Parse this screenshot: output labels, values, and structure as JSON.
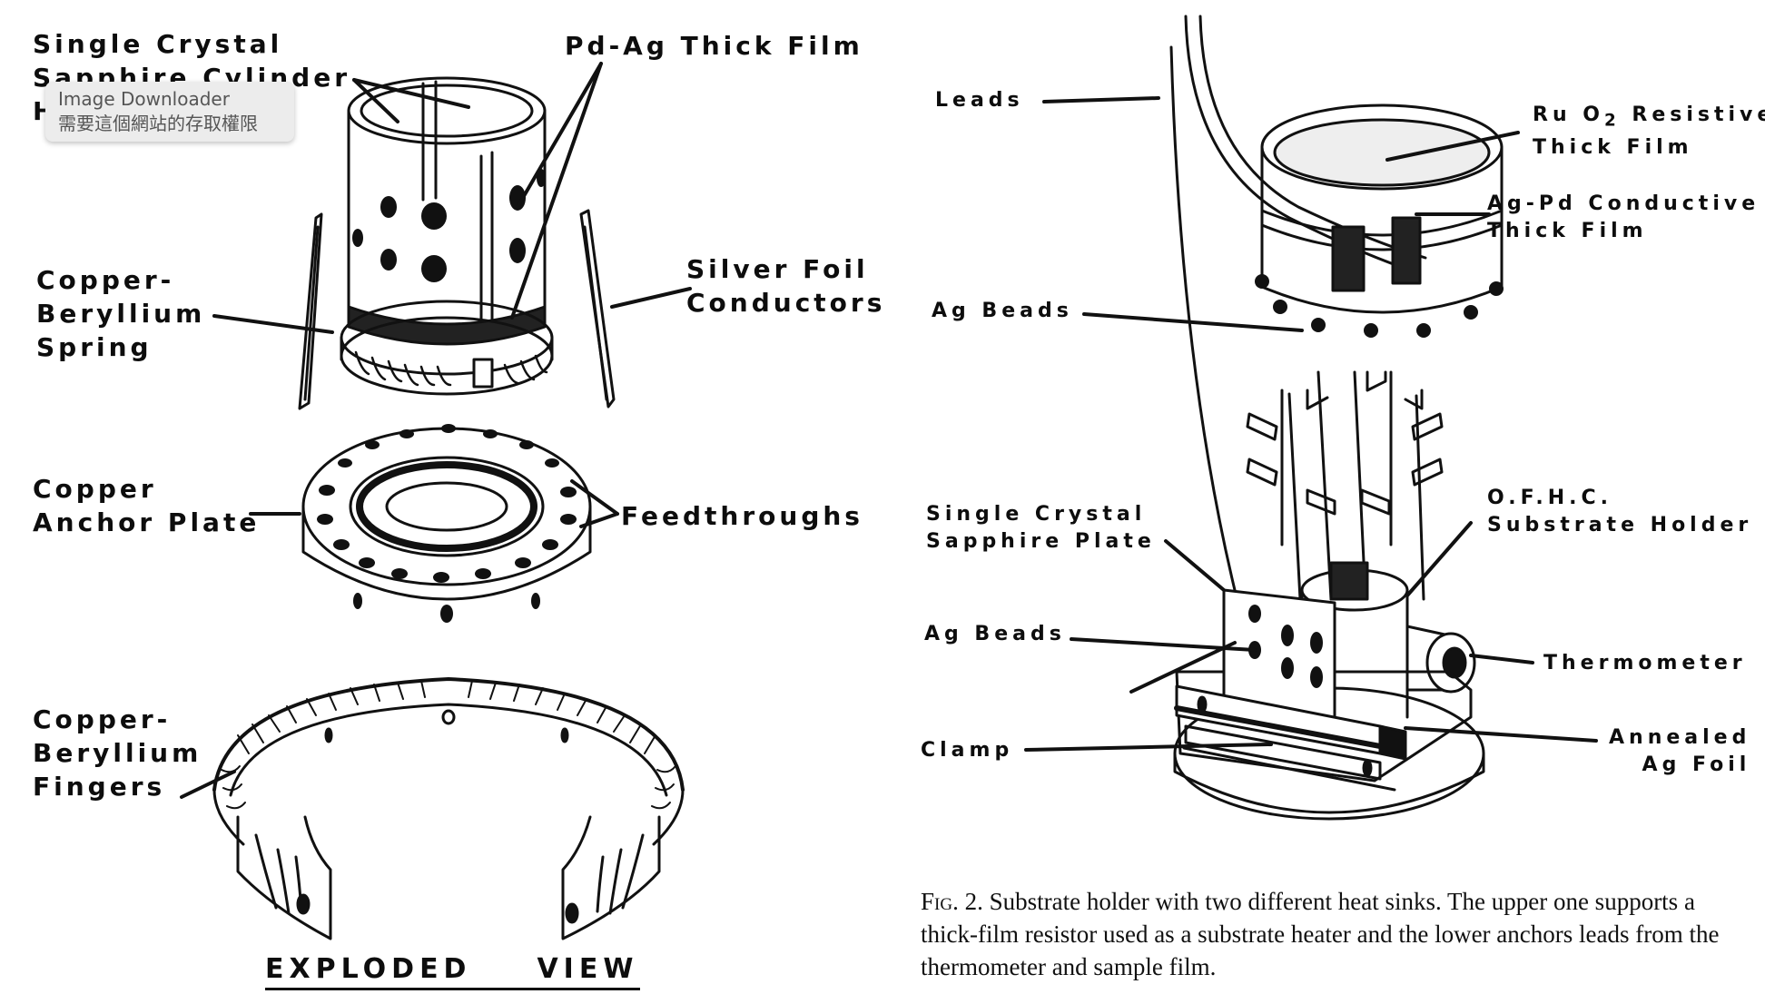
{
  "left_figure": {
    "labels": {
      "single_crystal_line1": "Single Crystal",
      "single_crystal_line2": "Sapphire Cylinder",
      "single_crystal_line3": "H",
      "pd_ag": "Pd-Ag Thick Film",
      "cu_be_spring_1": "Copper-",
      "cu_be_spring_2": "Beryllium",
      "cu_be_spring_3": "Spring",
      "silver_foil_1": "Silver Foil",
      "silver_foil_2": "Conductors",
      "anchor_1": "Copper",
      "anchor_2": "Anchor Plate",
      "feedthroughs": "Feedthroughs",
      "fingers_1": "Copper-",
      "fingers_2": "Beryllium",
      "fingers_3": "Fingers"
    },
    "title_left": "EXPLODED",
    "title_right": "VIEW"
  },
  "tooltip": {
    "line1": "Image Downloader",
    "line2": "需要這個網站的存取權限"
  },
  "right_figure": {
    "labels": {
      "leads": "Leads",
      "ruo2_1a": "Ru O",
      "ruo2_sub": "2",
      "ruo2_1b": "Resistive",
      "ruo2_2": "Thick Film",
      "agpd_1": "Ag-Pd Conductive",
      "agpd_2": "Thick Film",
      "ag_beads_top": "Ag Beads",
      "sapphire_1": "Single Crystal",
      "sapphire_2": "Sapphire Plate",
      "ofhc_1": "O.F.H.C.",
      "ofhc_2": "Substrate Holder",
      "ag_beads_bottom": "Ag Beads",
      "thermometer": "Thermometer",
      "clamp": "Clamp",
      "annealed_1": "Annealed",
      "annealed_2": "Ag Foil"
    }
  },
  "caption": {
    "fig_label": "Fig. 2.",
    "text": "Substrate holder with two different heat sinks. The upper one supports a thick-film resistor used as a substrate heater and the lower anchors leads from the thermometer and sample film."
  }
}
